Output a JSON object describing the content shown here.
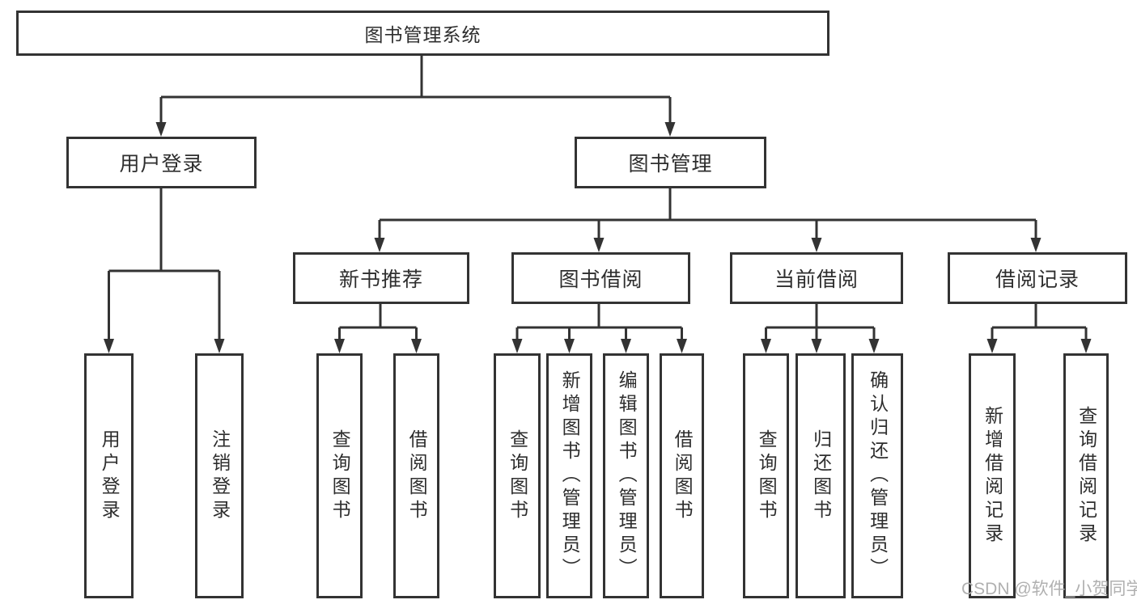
{
  "tree": {
    "root": {
      "label": "图书管理系统"
    },
    "level2": [
      {
        "label": "用户登录"
      },
      {
        "label": "图书管理"
      }
    ],
    "level3": [
      {
        "label": "新书推荐",
        "parent": "图书管理"
      },
      {
        "label": "图书借阅",
        "parent": "图书管理"
      },
      {
        "label": "当前借阅",
        "parent": "图书管理"
      },
      {
        "label": "借阅记录",
        "parent": "图书管理"
      }
    ],
    "leaves": [
      {
        "label": "用户登录",
        "parent": "用户登录"
      },
      {
        "label": "注销登录",
        "parent": "用户登录"
      },
      {
        "label": "查询图书",
        "parent": "新书推荐"
      },
      {
        "label": "借阅图书",
        "parent": "新书推荐"
      },
      {
        "label": "查询图书",
        "parent": "图书借阅"
      },
      {
        "label": "新增图书（管理员）",
        "parent": "图书借阅"
      },
      {
        "label": "编辑图书（管理员）",
        "parent": "图书借阅"
      },
      {
        "label": "借阅图书",
        "parent": "图书借阅"
      },
      {
        "label": "查询图书",
        "parent": "当前借阅"
      },
      {
        "label": "归还图书",
        "parent": "当前借阅"
      },
      {
        "label": "确认归还（管理员）",
        "parent": "当前借阅"
      },
      {
        "label": "新增借阅记录",
        "parent": "借阅记录"
      },
      {
        "label": "查询借阅记录",
        "parent": "借阅记录"
      }
    ]
  },
  "watermark": {
    "text": "CSDN @软件_小贺同学"
  },
  "colors": {
    "line": "#333333",
    "box_border": "#333333",
    "text": "#2e2e2e",
    "watermark": "#b0b0b0",
    "background": "#ffffff"
  }
}
